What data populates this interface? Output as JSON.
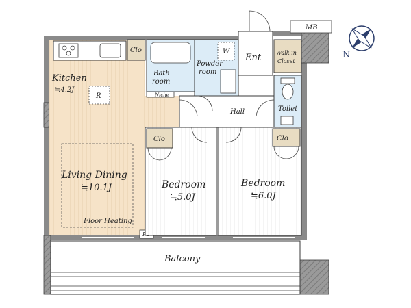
{
  "labels": {
    "mb": "MB",
    "ent": "Ent",
    "walk_in_closet_line1": "Walk in",
    "walk_in_closet_line2": "Closet",
    "kitchen": "Kitchen",
    "kitchen_area": "≒4.2J",
    "refrigerator": "R",
    "washer": "W",
    "closet_kitchen": "Clo",
    "bath_line1": "Bath",
    "bath_line2": "room",
    "powder_line1": "Powder",
    "powder_line2": "room",
    "niche": "Niche",
    "toilet": "Toilet",
    "hall": "Hall",
    "living_dining": "Living Dining",
    "living_dining_area": "≒10.1J",
    "floor_heating": "Floor Heating",
    "ps": "PS",
    "closet_bedroom1": "Clo",
    "closet_bedroom2": "Clo",
    "bedroom1": "Bedroom",
    "bedroom1_area": "≒5.0J",
    "bedroom2": "Bedroom",
    "bedroom2_area": "≒6.0J",
    "balcony": "Balcony",
    "compass_n": "N"
  },
  "colors": {
    "wall": "#8a8a8a",
    "wall_outline": "#3a3a3a",
    "wood_floor": "#f6e3c8",
    "wood_stripe": "#e7cfae",
    "bedroom_floor": "#ffffff",
    "bedroom_stripe": "#e9e9e9",
    "wet_area": "#dcecf7",
    "closet": "#e8dcc2",
    "hall_floor": "#ffffff",
    "balcony": "#ffffff",
    "door_line": "#444444",
    "compass_fill": "#2c3e6c"
  }
}
